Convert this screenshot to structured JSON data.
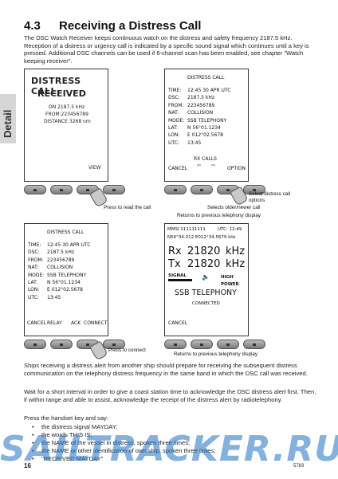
{
  "section": {
    "number": "4.3",
    "title": "Receiving a Distress Call"
  },
  "intro": "The DSC Watch Receiver keeps continuous watch on the distress and safety frequency 2187.5 kHz. Reception of a distress or urgency call is indicated by a specific sound signal which continues until a key is pressed. Additional DSC channels can be used if 6-channel scan has been enabled, see chapter \"Watch keeping receiver\".",
  "side_tab": "Detail",
  "screen1": {
    "line1": "DISTRESS CALL",
    "line2": "RECEIVED",
    "line3": "ON 2187.5 kHz",
    "line4": "FROM:223456789",
    "line5": "DISTANCE 3268 nm",
    "softkey": "VIEW"
  },
  "screen2": {
    "header": "DISTRESS CALL",
    "rows": [
      {
        "k": "TIME:",
        "v": "12:45  30  APR UTC"
      },
      {
        "k": "DSC:",
        "v": "2187.5 kHz"
      },
      {
        "k": "FROM:",
        "v": "223456789"
      },
      {
        "k": "NAT:",
        "v": "COLLISION"
      },
      {
        "k": "MODE:",
        "v": "SSB TELEPHONY"
      },
      {
        "k": "LAT:",
        "v": "N 56°01.1234"
      },
      {
        "k": "LON:",
        "v": "E 012°02.5678"
      },
      {
        "k": "UTC:",
        "v": "13:45"
      }
    ],
    "rx_calls": "RX CALLS",
    "cancel": "CANCEL",
    "option": "OPTION"
  },
  "screen3": {
    "header": "DISTRESS CALL",
    "rows": [
      {
        "k": "TIME:",
        "v": "12:45  30  APR UTC"
      },
      {
        "k": "DSC:",
        "v": "2187.5 kHz"
      },
      {
        "k": "FROM:",
        "v": "223456789"
      },
      {
        "k": "NAT:",
        "v": "COLLISION"
      },
      {
        "k": "MODE:",
        "v": "SSB TELEPHONY"
      },
      {
        "k": "LAT:",
        "v": "N 56°01.1234"
      },
      {
        "k": "LON:",
        "v": "E 012°02.5678"
      },
      {
        "k": "UTC:",
        "v": "13:45"
      }
    ],
    "cancel": "CANCEL",
    "relay": "RELAY",
    "ack": "ACK",
    "connect": "CONNECT"
  },
  "screen4": {
    "mmsi": "MMSI 111111111",
    "utc": "UTC: 12:49",
    "pos": "N56°34.012   E012°34.5679",
    "pos_tag": "MAN",
    "rx_label": "Rx",
    "rx_value": "21820",
    "rx_unit": "kHz",
    "tx_label": "Tx",
    "tx_value": "21820",
    "tx_unit": "kHz",
    "signal": "SIGNAL",
    "power": "HIGH POWER",
    "mode": "SSB TELEPHONY",
    "status": "CONNECTED",
    "cancel": "CANCEL"
  },
  "annotations": {
    "read": "Press to read the call",
    "select_options": "Select distress call options",
    "older_newer": "Selects older/newer call",
    "return1": "Returns to previous telephony display",
    "connect": "Press to connect",
    "return2": "Returns to previous telephony display"
  },
  "para1": "Ships receiving a distress alert from another ship should prepare for receiving the subsequent distress communication on the telephony distress frequency in the same band in which the DSC call was received.",
  "para2": "Wait for a short interval in order to give a coast station time to acknowledge the DSC distress alert first. Then, if within range and able to assist, acknowledge the receipt of the distress alert by radiotelephony.",
  "para3": "Press the handset key and say:",
  "bullets": [
    "the distress signal MAYDAY;",
    "the words THIS IS;",
    "the NAME of the vessel in distress, spoken three times;",
    "the NAME or other identification of own ship, spoken three times;",
    "\"RECEIVED MAYDAY\""
  ],
  "page_number": "16",
  "doc_code": "5783",
  "watermark": "SAILTRACKER.RU"
}
